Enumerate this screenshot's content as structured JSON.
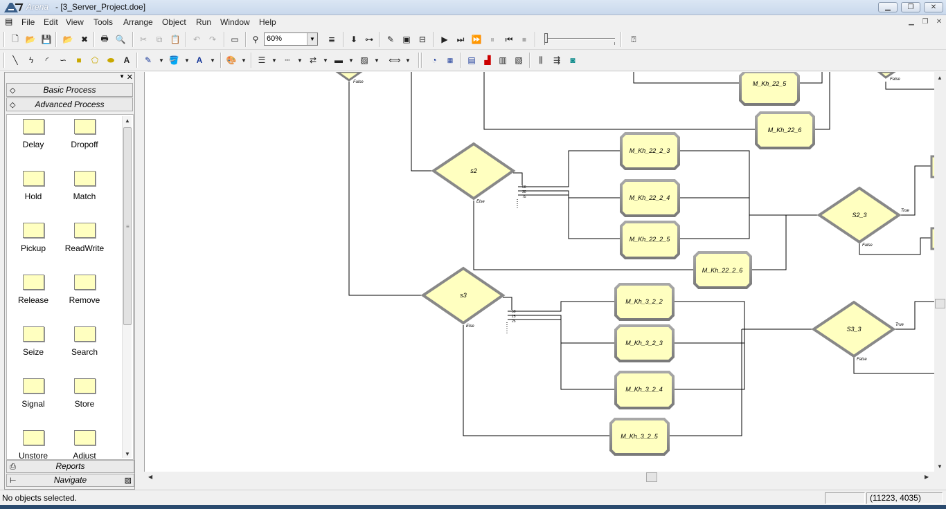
{
  "window": {
    "app_name": "Arena",
    "doc_title": "- [3_Server_Project.doe]",
    "minimize": "▁",
    "restore": "❐",
    "close": "✕"
  },
  "menu": [
    "File",
    "Edit",
    "View",
    "Tools",
    "Arrange",
    "Object",
    "Run",
    "Window",
    "Help"
  ],
  "toolbar": {
    "zoom_value": "60%"
  },
  "project_bar": {
    "tabs": [
      "Basic Process",
      "Advanced Process"
    ],
    "modules": [
      "Delay",
      "Dropoff",
      "Hold",
      "Match",
      "Pickup",
      "ReadWrite",
      "Release",
      "Remove",
      "Seize",
      "Search",
      "Signal",
      "Store",
      "Unstore",
      "Adjust"
    ],
    "bottom_tabs": [
      "Reports",
      "Navigate"
    ]
  },
  "diagram": {
    "process_modules": [
      "M_Kh_22_5",
      "M_Kh_22_6",
      "M_Kh_22_2_3",
      "M_Kh_22_2_4",
      "M_Kh_22_2_5",
      "M_Kh_22_2_6",
      "M_Kh_3_2_2",
      "M_Kh_3_2_3",
      "M_Kh_3_2_4",
      "M_Kh_3_2_5"
    ],
    "decide_modules": [
      "s2",
      "S2_3",
      "s3",
      "S3_3"
    ],
    "branch_labels": {
      "true": "True",
      "false": "False",
      "else": "Else",
      "s2_pct": [
        "50",
        "30",
        "75"
      ],
      "s3_pct": [
        "50",
        "25",
        "25"
      ]
    }
  },
  "status": {
    "message": "No objects selected.",
    "coords": "(11223, 4035)"
  }
}
